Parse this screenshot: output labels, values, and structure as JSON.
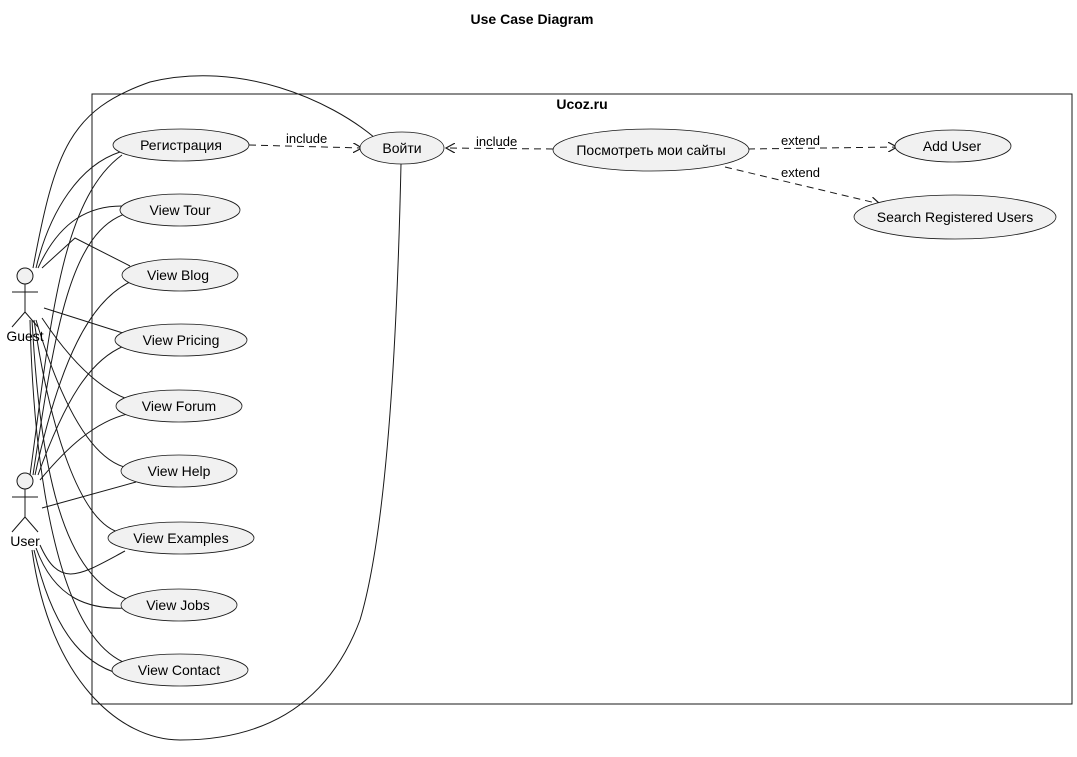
{
  "diagram": {
    "title": "Use Case Diagram",
    "system": {
      "name": "Ucoz.ru"
    },
    "actors": [
      {
        "id": "guest",
        "label": "Guest"
      },
      {
        "id": "user",
        "label": "User"
      }
    ],
    "use_cases": [
      {
        "id": "register",
        "label": "Регистрация"
      },
      {
        "id": "tour",
        "label": "View Tour"
      },
      {
        "id": "blog",
        "label": "View Blog"
      },
      {
        "id": "pricing",
        "label": "View Pricing"
      },
      {
        "id": "forum",
        "label": "View Forum"
      },
      {
        "id": "help",
        "label": "View Help"
      },
      {
        "id": "examples",
        "label": "View Examples"
      },
      {
        "id": "jobs",
        "label": "View Jobs"
      },
      {
        "id": "contact",
        "label": "View Contact"
      },
      {
        "id": "login",
        "label": "Войти"
      },
      {
        "id": "mysites",
        "label": "Посмотреть мои сайты"
      },
      {
        "id": "adduser",
        "label": "Add User"
      },
      {
        "id": "search",
        "label": "Search Registered Users"
      }
    ],
    "relationships": [
      {
        "from": "register",
        "to": "login",
        "type": "include",
        "label": "include"
      },
      {
        "from": "mysites",
        "to": "login",
        "type": "include",
        "label": "include"
      },
      {
        "from": "mysites",
        "to": "adduser",
        "type": "extend",
        "label": "extend"
      },
      {
        "from": "mysites",
        "to": "search",
        "type": "extend",
        "label": "extend"
      }
    ]
  }
}
